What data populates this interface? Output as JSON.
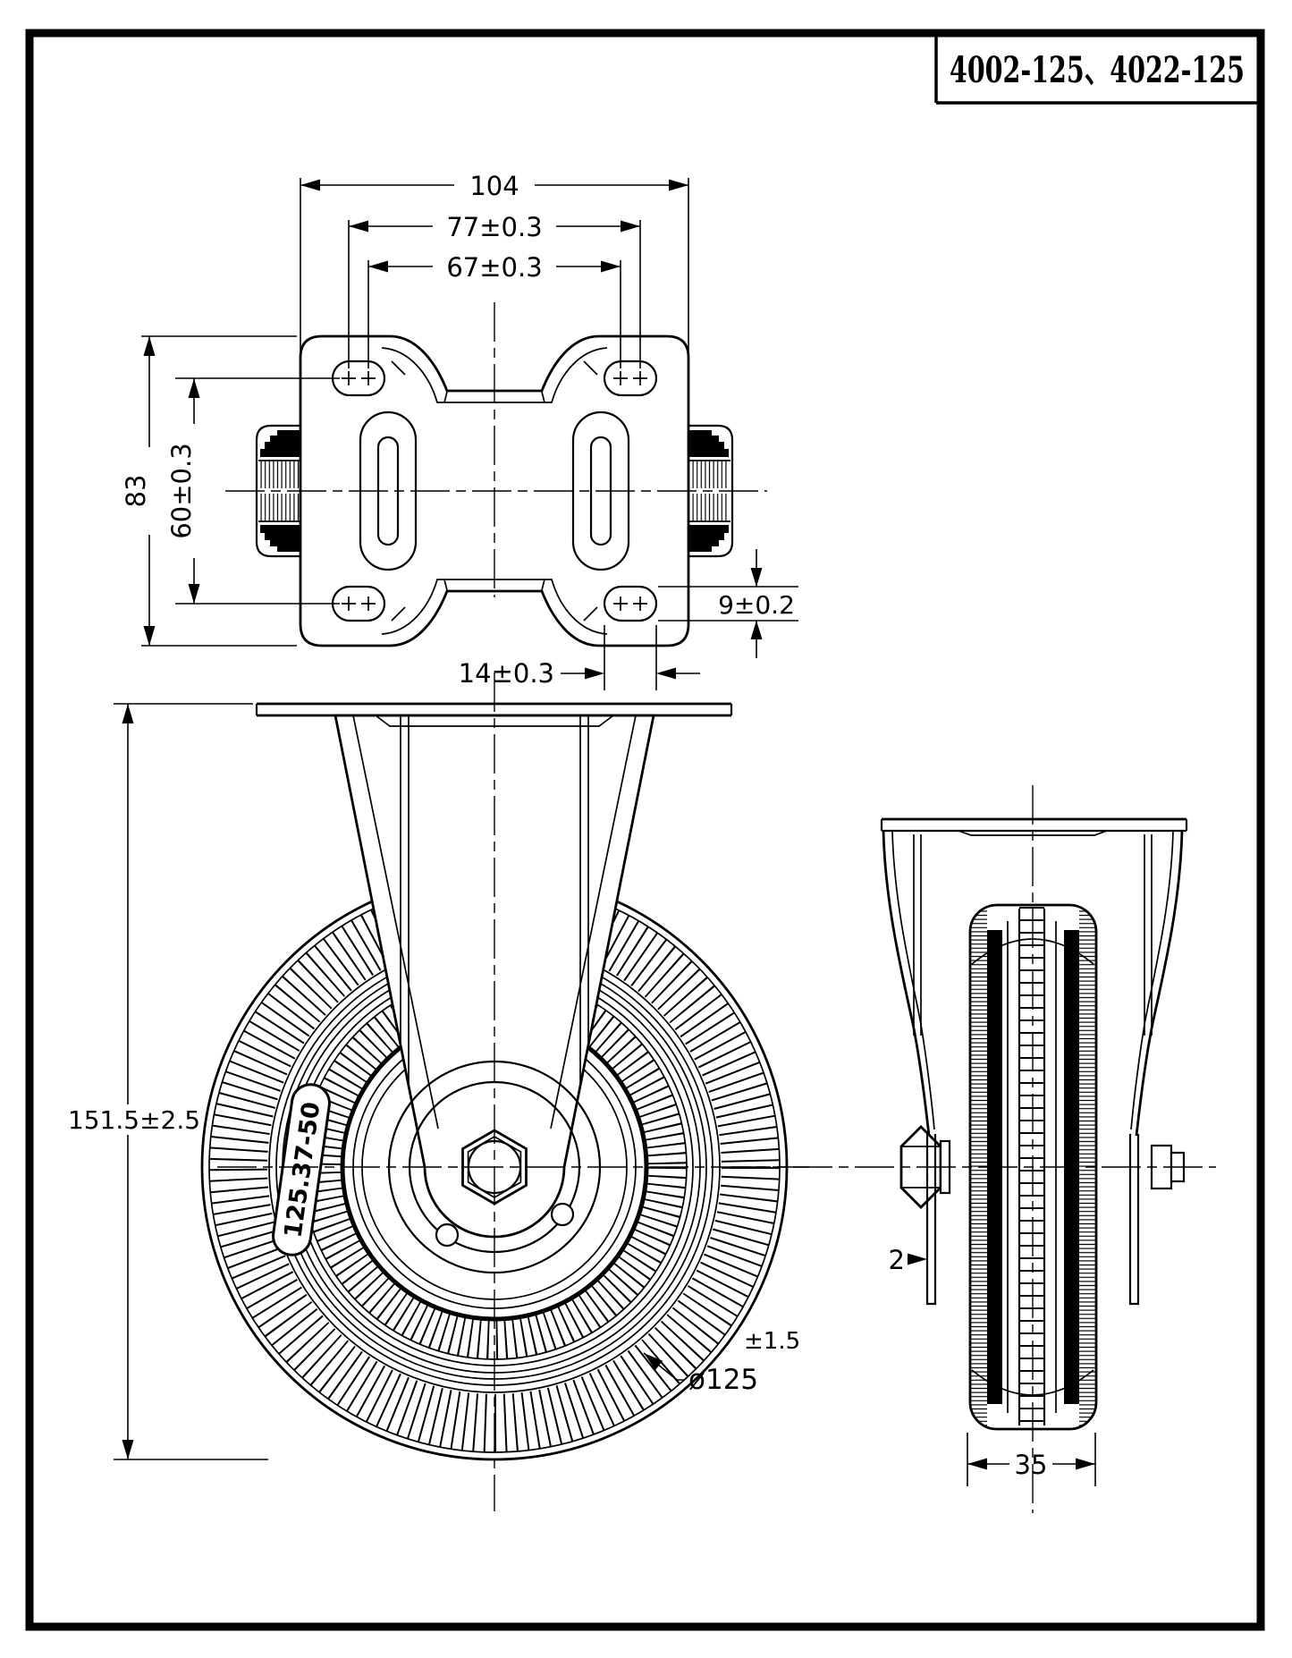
{
  "page": {
    "background": "#ffffff",
    "ink": "#000000"
  },
  "title_block": {
    "model_numbers": "4002-125、4022-125"
  },
  "top_view": {
    "dims": {
      "overall_width": "104",
      "hole_span_outer": "77±0.3",
      "hole_span_inner": "67±0.3",
      "overall_depth": "83",
      "hole_row_spacing": "60±0.3",
      "slot_width": "9±0.2",
      "slot_length": "14±0.3"
    }
  },
  "front_view": {
    "wheel_label": "125.37-50",
    "dims": {
      "overall_height": "151.5±2.5",
      "wheel_diameter": "ø125",
      "wheel_diameter_tol": "±1.5"
    }
  },
  "side_view": {
    "dims": {
      "bracket_thickness": "2",
      "wheel_width": "35"
    }
  }
}
